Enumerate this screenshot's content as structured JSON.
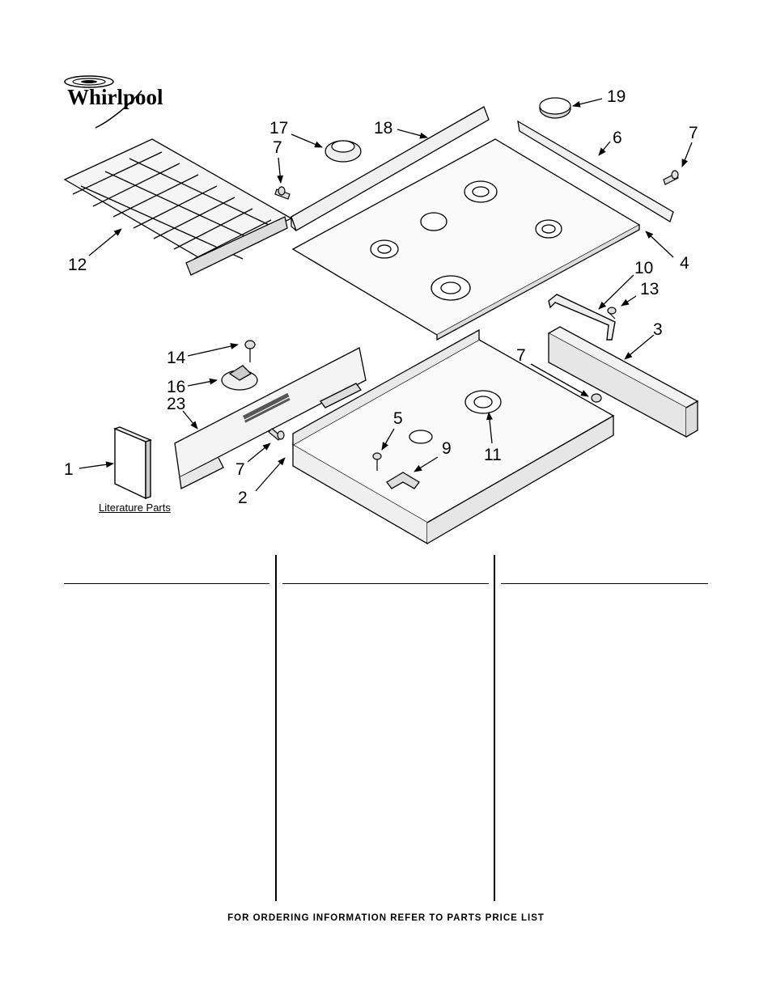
{
  "brand": {
    "name": "Whirlpool"
  },
  "callouts": {
    "c1": "1",
    "c2": "2",
    "c3": "3",
    "c4": "4",
    "c5": "5",
    "c6": "6",
    "c7a": "7",
    "c7b": "7",
    "c7c": "7",
    "c7d": "7",
    "c9": "9",
    "c10": "10",
    "c11": "11",
    "c12": "12",
    "c13": "13",
    "c14": "14",
    "c16": "16",
    "c17": "17",
    "c18": "18",
    "c19": "19",
    "c23": "23"
  },
  "literature_label": "Literature Parts",
  "footer": "FOR ORDERING INFORMATION REFER TO PARTS PRICE LIST"
}
